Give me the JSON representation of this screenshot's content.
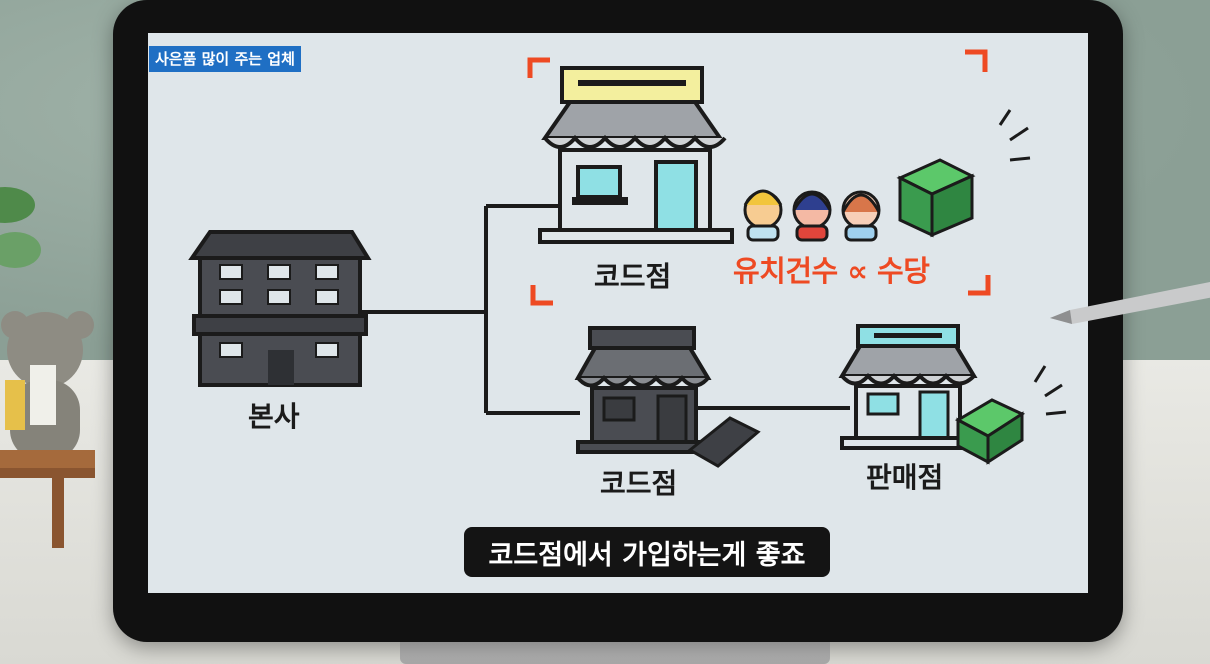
{
  "badge": "사은품 많이 주는 업체",
  "labels": {
    "headquarters": "본사",
    "code_store_top": "코드점",
    "code_store_bottom": "코드점",
    "seller": "판매점"
  },
  "formula": "유치건수 ∝ 수당",
  "caption": "코드점에서 가입하는게 좋죠",
  "colors": {
    "accent_red": "#ee4a23",
    "badge_blue": "#1f6fc4",
    "store_yellow": "#f3ef9e",
    "store_cyan": "#8fe0e4",
    "money_green": "#3a9b4e"
  },
  "icons": [
    "building-icon",
    "store-icon",
    "people-icon",
    "money-stack-icon",
    "pen-icon"
  ]
}
